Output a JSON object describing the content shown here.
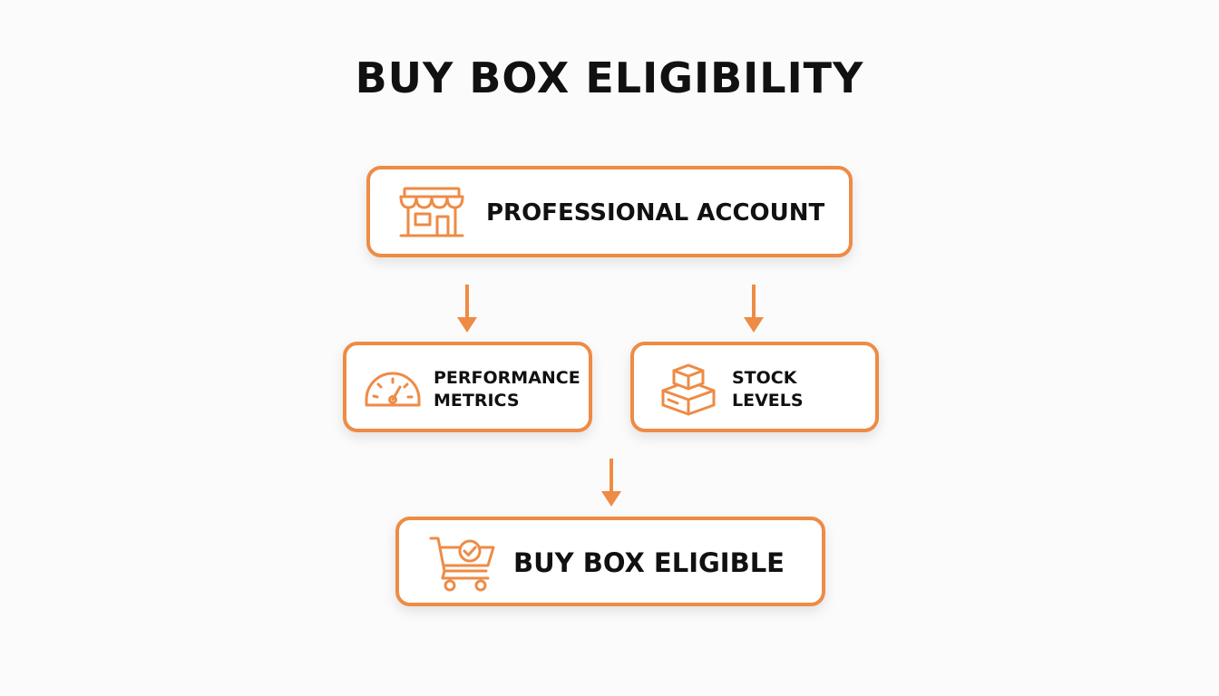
{
  "title": "BUY BOX ELIGIBILITY",
  "nodes": {
    "professional": {
      "label": "PROFESSIONAL ACCOUNT",
      "icon": "storefront-icon"
    },
    "performance": {
      "label": "PERFORMANCE\nMETRICS",
      "icon": "gauge-icon"
    },
    "stock": {
      "label": "STOCK\nLEVELS",
      "icon": "stacked-boxes-icon"
    },
    "eligible": {
      "label": "BUY BOX ELIGIBLE",
      "icon": "cart-check-icon"
    }
  },
  "edges": [
    {
      "from": "professional",
      "to": "performance"
    },
    {
      "from": "professional",
      "to": "stock"
    },
    {
      "from": "performance",
      "to": "eligible"
    }
  ],
  "colors": {
    "accent": "#ee8b45",
    "text": "#111111",
    "background": "#fbfbfb",
    "node_fill": "#ffffff"
  }
}
